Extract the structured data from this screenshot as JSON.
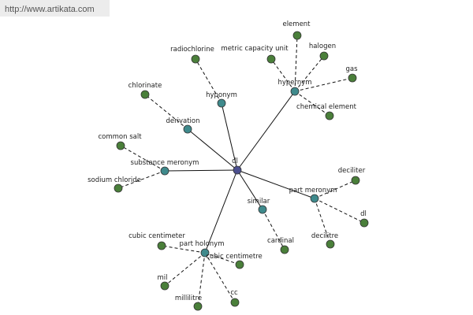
{
  "watermark": "http://www.artikata.com",
  "colors": {
    "center": "#4b4f8f",
    "relation": "#3f8a8c",
    "leaf": "#4a7f3a",
    "edge": "#111111"
  },
  "center": {
    "label": "dl"
  },
  "relations": [
    {
      "label": "hypernym"
    },
    {
      "label": "hyponym"
    },
    {
      "label": "derivation"
    },
    {
      "label": "substance meronym"
    },
    {
      "label": "part meronym"
    },
    {
      "label": "similar"
    },
    {
      "label": "part holonym"
    }
  ],
  "leaves": [
    {
      "label": "element"
    },
    {
      "label": "metric capacity unit"
    },
    {
      "label": "halogen"
    },
    {
      "label": "gas"
    },
    {
      "label": "chemical element"
    },
    {
      "label": "radiochlorine"
    },
    {
      "label": "chlorinate"
    },
    {
      "label": "common salt"
    },
    {
      "label": "sodium chloride"
    },
    {
      "label": "deciliter"
    },
    {
      "label": "dl"
    },
    {
      "label": "decilitre"
    },
    {
      "label": "cardinal"
    },
    {
      "label": "cubic centimeter"
    },
    {
      "label": "cubic centimetre"
    },
    {
      "label": "mil"
    },
    {
      "label": "millilitre"
    },
    {
      "label": "cc"
    }
  ]
}
